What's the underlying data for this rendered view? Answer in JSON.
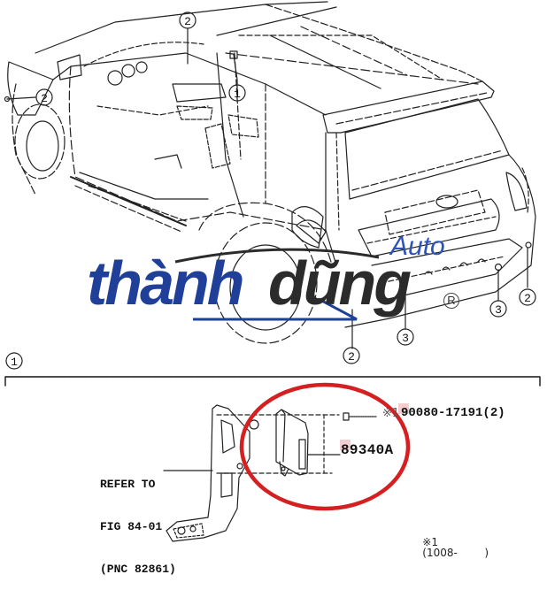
{
  "diagram": {
    "type": "parts-catalog-exploded-view",
    "subject": "SUV body with module location callouts",
    "colors": {
      "line": "#222222",
      "highlight_circle": "#d42020",
      "part_number_highlight": "#f2c4c8",
      "logo_blue": "#1f3f99",
      "logo_dark": "#2b2b2b"
    }
  },
  "callouts": {
    "top": [
      {
        "id": "c2-top",
        "label": "2"
      },
      {
        "id": "c1-top",
        "label": "1"
      },
      {
        "id": "c2-left",
        "label": "2"
      },
      {
        "id": "c2-bottom",
        "label": "2"
      },
      {
        "id": "c3-bottom",
        "label": "3"
      },
      {
        "id": "c3-right",
        "label": "3"
      },
      {
        "id": "c2-right",
        "label": "2"
      }
    ],
    "detail_section": {
      "label": "1"
    }
  },
  "watermark": {
    "brand_part1": "thành",
    "brand_part2": "dũng",
    "suffix": "Auto",
    "registered": "R"
  },
  "detail": {
    "refer_text": [
      "REFER TO",
      "FIG 84-01",
      "(PNC 82861)"
    ],
    "main_part_number": "89340A",
    "bolt_note": "※1",
    "bolt_part_number": "90080-17191(2)",
    "footnote_mark": "※1",
    "footnote_text": "(1008-        )"
  }
}
